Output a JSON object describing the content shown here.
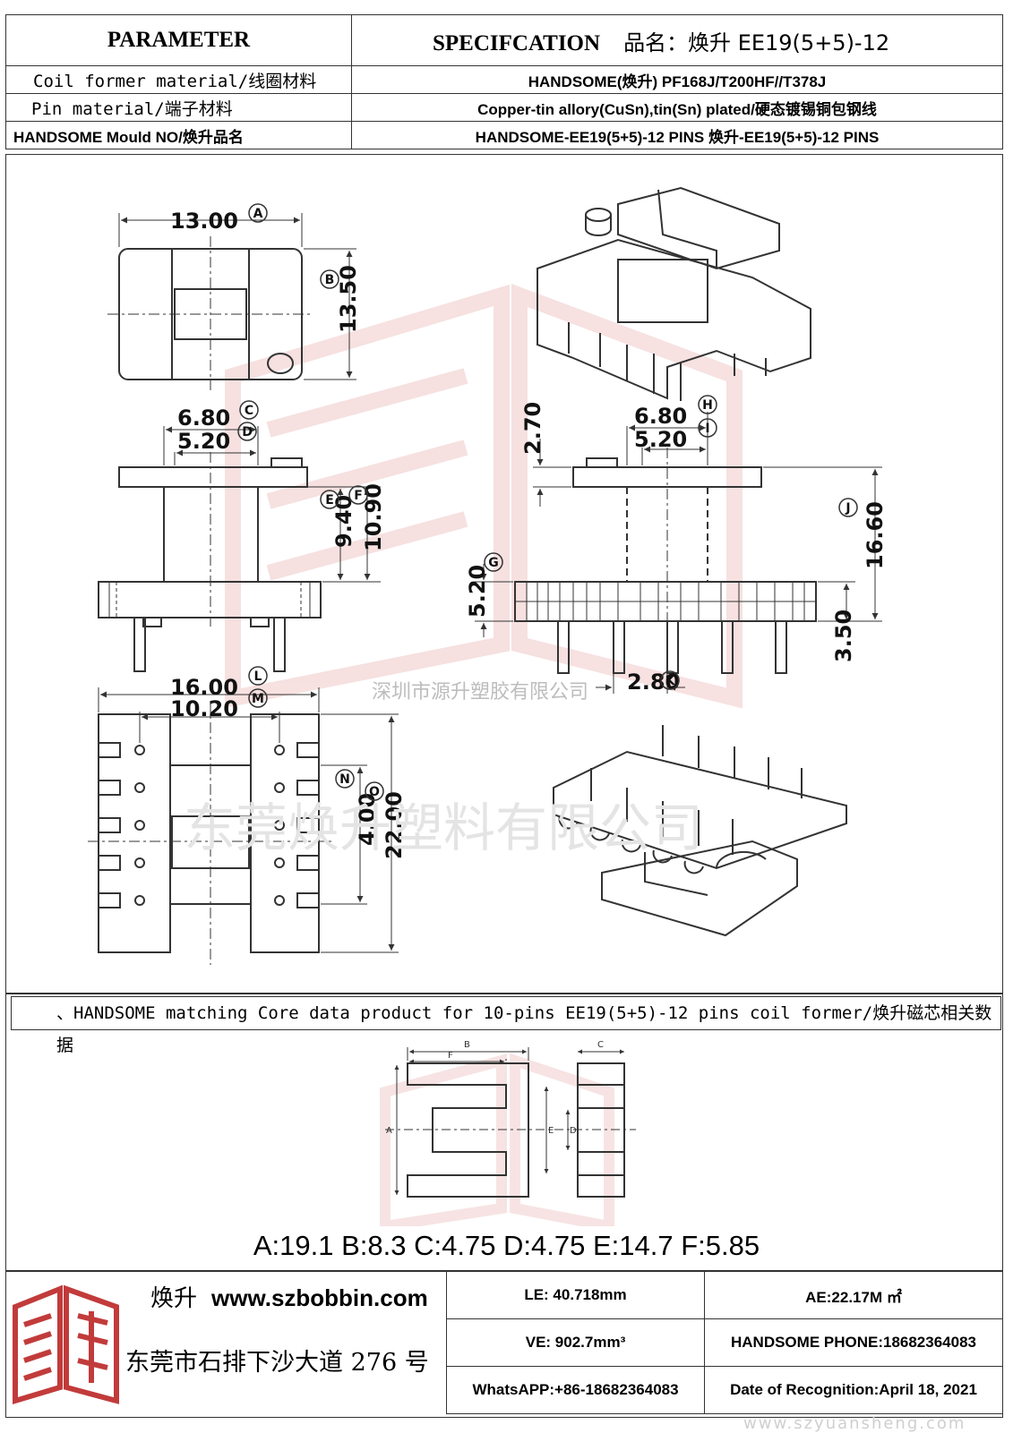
{
  "header": {
    "parameter_title": "PARAMETER",
    "spec_title": "SPECIFCATION",
    "spec_name": "品名：焕升 EE19(5+5)-12",
    "rows": [
      {
        "label": "Coil former material/线圈材料",
        "value": "HANDSOME(焕升)   PF168J/T200HF//T378J"
      },
      {
        "label": "Pin material/端子材料",
        "value": "Copper-tin allory(CuSn),tin(Sn) plated/硬态镀锡铜包钢线"
      },
      {
        "label": "HANDSOME Mould NO/焕升品名",
        "value": "HANDSOME-EE19(5+5)-12 PINS    焕升-EE19(5+5)-12 PINS"
      }
    ]
  },
  "drawing": {
    "dim_A": "13.00",
    "tag_A": "A",
    "dim_B": "13.50",
    "tag_B": "B",
    "dim_C": "6.80",
    "tag_C": "C",
    "dim_D": "5.20",
    "tag_D": "D",
    "dim_E": "9.40",
    "tag_E": "E",
    "dim_F": "10.90",
    "tag_F": "F",
    "dim_G": "5.20",
    "tag_G": "G",
    "dim_H": "6.80",
    "tag_H": "H",
    "dim_I": "5.20",
    "tag_I": "I",
    "dim_J": "16.60",
    "tag_J": "J",
    "dim_K": "2.80",
    "tag_K": "K",
    "dim_L": "16.00",
    "tag_L": "L",
    "dim_M": "10.20",
    "tag_M": "M",
    "dim_N": "4.00",
    "tag_N": "N",
    "dim_O": "22.00",
    "tag_O": "O",
    "dim_top": "2.70",
    "dim_bottom": "3.50",
    "watermark_company": "深圳市源升塑胶有限公司",
    "watermark_big": "东莞焕升塑料有限公司",
    "watermark_url": "www.szyuansheng.com"
  },
  "core": {
    "title": "、HANDSOME matching Core data  product for 10-pins EE19(5+5)-12 pins coil former/焕升磁芯相关数据",
    "dims": "A:19.1 B:8.3 C:4.75 D:4.75 E:14.7 F:5.85",
    "labels": {
      "A": "A",
      "B": "B",
      "C": "C",
      "D": "D",
      "E": "E",
      "F": "F"
    }
  },
  "footer": {
    "brand": "焕升",
    "url": "www.szbobbin.com",
    "address": "东莞市石排下沙大道 276 号",
    "cells": [
      [
        "LE: 40.718mm",
        "AE:22.17M ㎡"
      ],
      [
        "VE: 902.7mm³",
        "HANDSOME PHONE:18682364083"
      ],
      [
        "WhatsAPP:+86-18682364083",
        "Date of Recognition:April 18, 2021"
      ]
    ]
  },
  "colors": {
    "line": "#333333",
    "watermark": "#e8b4b4",
    "text": "#000000"
  }
}
